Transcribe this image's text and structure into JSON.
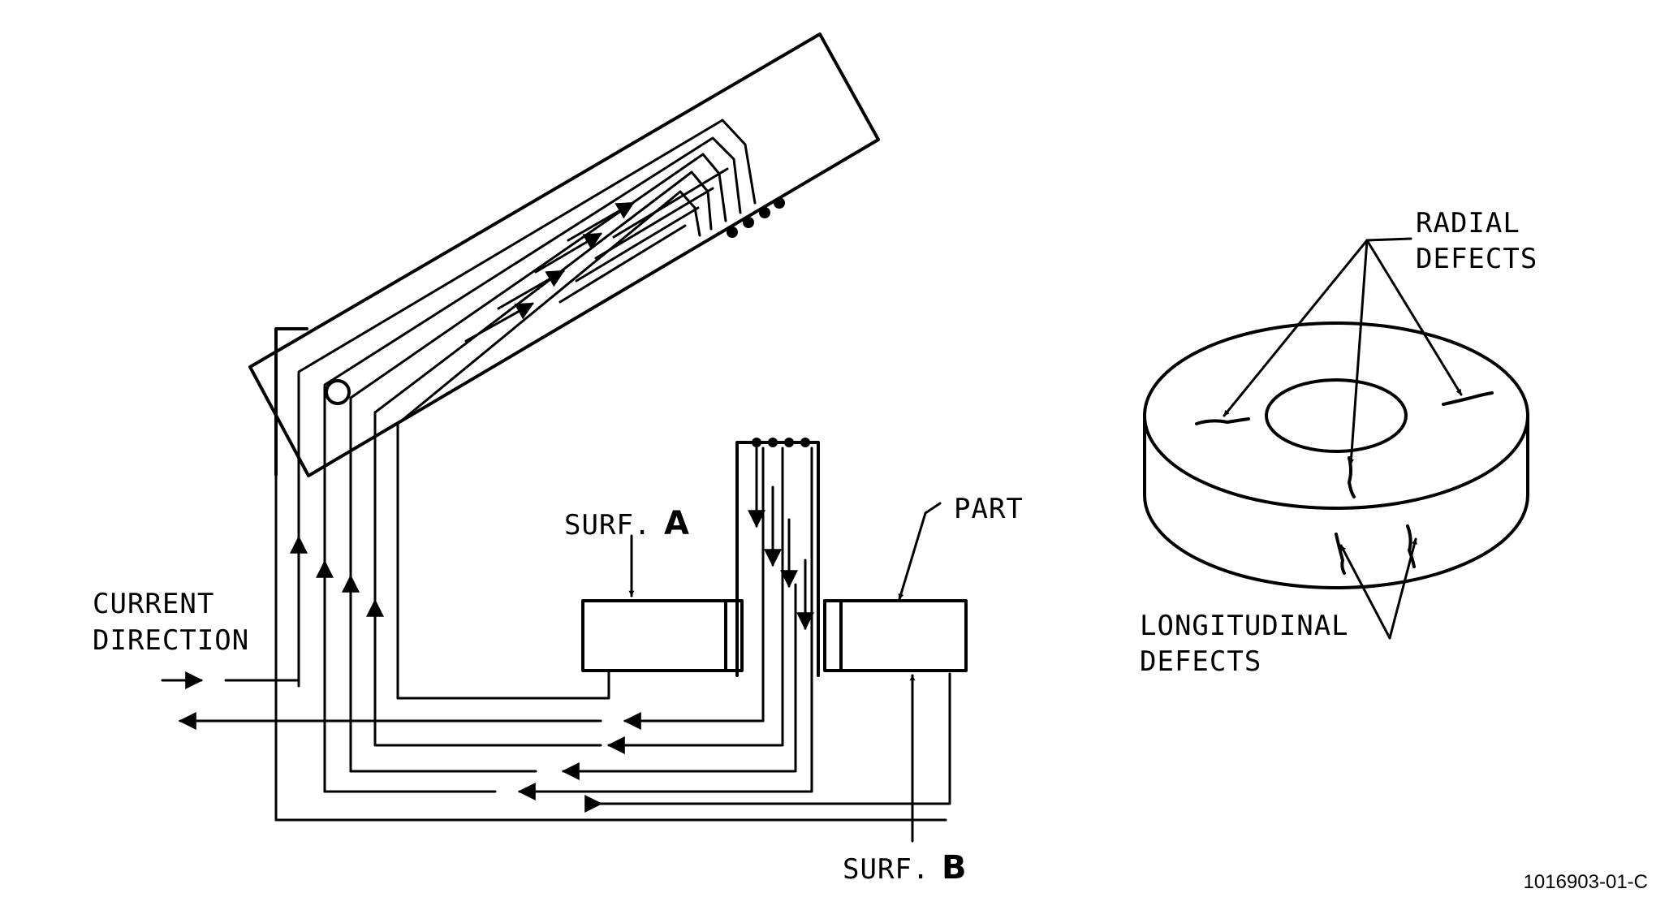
{
  "labels": {
    "current_direction_1": "CURRENT",
    "current_direction_2": "DIRECTION",
    "surf_a_prefix": "SURF.",
    "surf_a_letter": "A",
    "surf_b_prefix": "SURF.",
    "surf_b_letter": "B",
    "part": "PART",
    "radial_1": "RADIAL",
    "radial_2": "DEFECTS",
    "longitudinal_1": "LONGITUDINAL",
    "longitudinal_2": "DEFECTS"
  },
  "figure_id": "1016903-01-C"
}
